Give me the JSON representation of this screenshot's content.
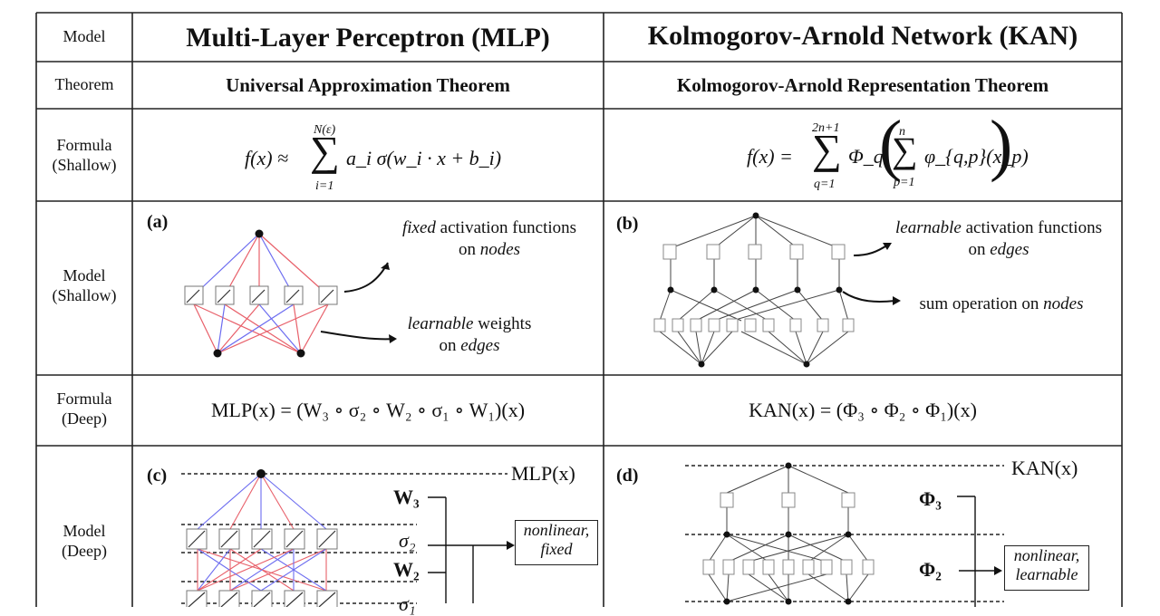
{
  "header": {
    "col0": "Model",
    "col1": "Multi-Layer Perceptron (MLP)",
    "col2": "Kolmogorov-Arnold Network (KAN)"
  },
  "theorem": {
    "label": "Theorem",
    "mlp": "Universal Approximation Theorem",
    "kan": "Kolmogorov-Arnold Representation Theorem"
  },
  "formula_shallow": {
    "label_line1": "Formula",
    "label_line2": "(Shallow)",
    "mlp": {
      "lhs": "f(x) ≈",
      "sum_upper": "N(ε)",
      "sum_lower": "i=1",
      "body": "a_i σ(w_i · x + b_i)"
    },
    "kan": {
      "lhs": "f(x) =",
      "sum_upper": "2n+1",
      "sum_lower": "q=1",
      "outer": "Φ_q",
      "inner_upper": "n",
      "inner_lower": "p=1",
      "inner": "φ_{q,p}(x_p)"
    }
  },
  "model_shallow": {
    "label_line1": "Model",
    "label_line2": "(Shallow)",
    "mlp": {
      "panel": "(a)",
      "ann_top_1": "fixed",
      "ann_top_2": " activation functions",
      "ann_top_3": "on ",
      "ann_top_4": "nodes",
      "ann_bot_1": "learnable",
      "ann_bot_2": " weights",
      "ann_bot_3": "on ",
      "ann_bot_4": "edges"
    },
    "kan": {
      "panel": "(b)",
      "ann_top_1": "learnable",
      "ann_top_2": " activation functions",
      "ann_top_3": "on ",
      "ann_top_4": "edges",
      "ann_bot_1": "sum operation on ",
      "ann_bot_2": "nodes"
    }
  },
  "formula_deep": {
    "label_line1": "Formula",
    "label_line2": "(Deep)",
    "mlp": "MLP(x) = (W₃ ∘ σ₂ ∘ W₂ ∘ σ₁ ∘ W₁)(x)",
    "kan": "KAN(x) = (Φ₃ ∘ Φ₂ ∘ Φ₁)(x)"
  },
  "model_deep": {
    "label_line1": "Model",
    "label_line2": "(Deep)",
    "mlp": {
      "panel": "(c)",
      "output": "MLP(x)",
      "w3": "W₃",
      "s2": "σ₂",
      "w2": "W₂",
      "s1": "σ₁",
      "note_1": "nonlinear,",
      "note_2": "fixed"
    },
    "kan": {
      "panel": "(d)",
      "output": "KAN(x)",
      "phi3": "Φ₃",
      "phi2": "Φ₂",
      "note_1": "nonlinear,",
      "note_2": "learnable"
    }
  },
  "colors": {
    "red_edge": "#e8606a",
    "blue_edge": "#6c6cf0",
    "grid_line": "#222222",
    "node": "#111111"
  }
}
